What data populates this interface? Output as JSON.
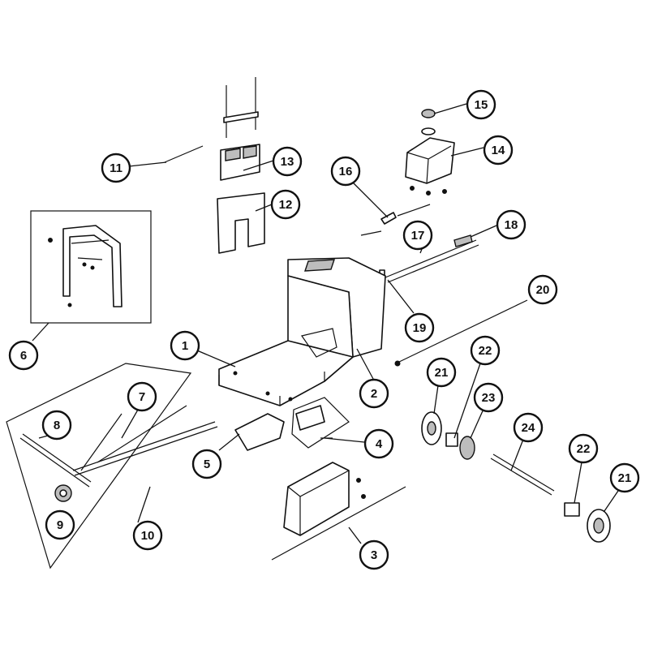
{
  "callouts": [
    {
      "label": "1"
    },
    {
      "label": "2"
    },
    {
      "label": "3"
    },
    {
      "label": "4"
    },
    {
      "label": "5"
    },
    {
      "label": "6"
    },
    {
      "label": "7"
    },
    {
      "label": "8"
    },
    {
      "label": "9"
    },
    {
      "label": "10"
    },
    {
      "label": "11"
    },
    {
      "label": "12"
    },
    {
      "label": "13"
    },
    {
      "label": "14"
    },
    {
      "label": "15"
    },
    {
      "label": "16"
    },
    {
      "label": "17"
    },
    {
      "label": "18"
    },
    {
      "label": "19"
    },
    {
      "label": "20"
    },
    {
      "label": "21"
    },
    {
      "label": "22"
    },
    {
      "label": "23"
    },
    {
      "label": "24"
    },
    {
      "label": "22"
    },
    {
      "label": "21"
    }
  ]
}
